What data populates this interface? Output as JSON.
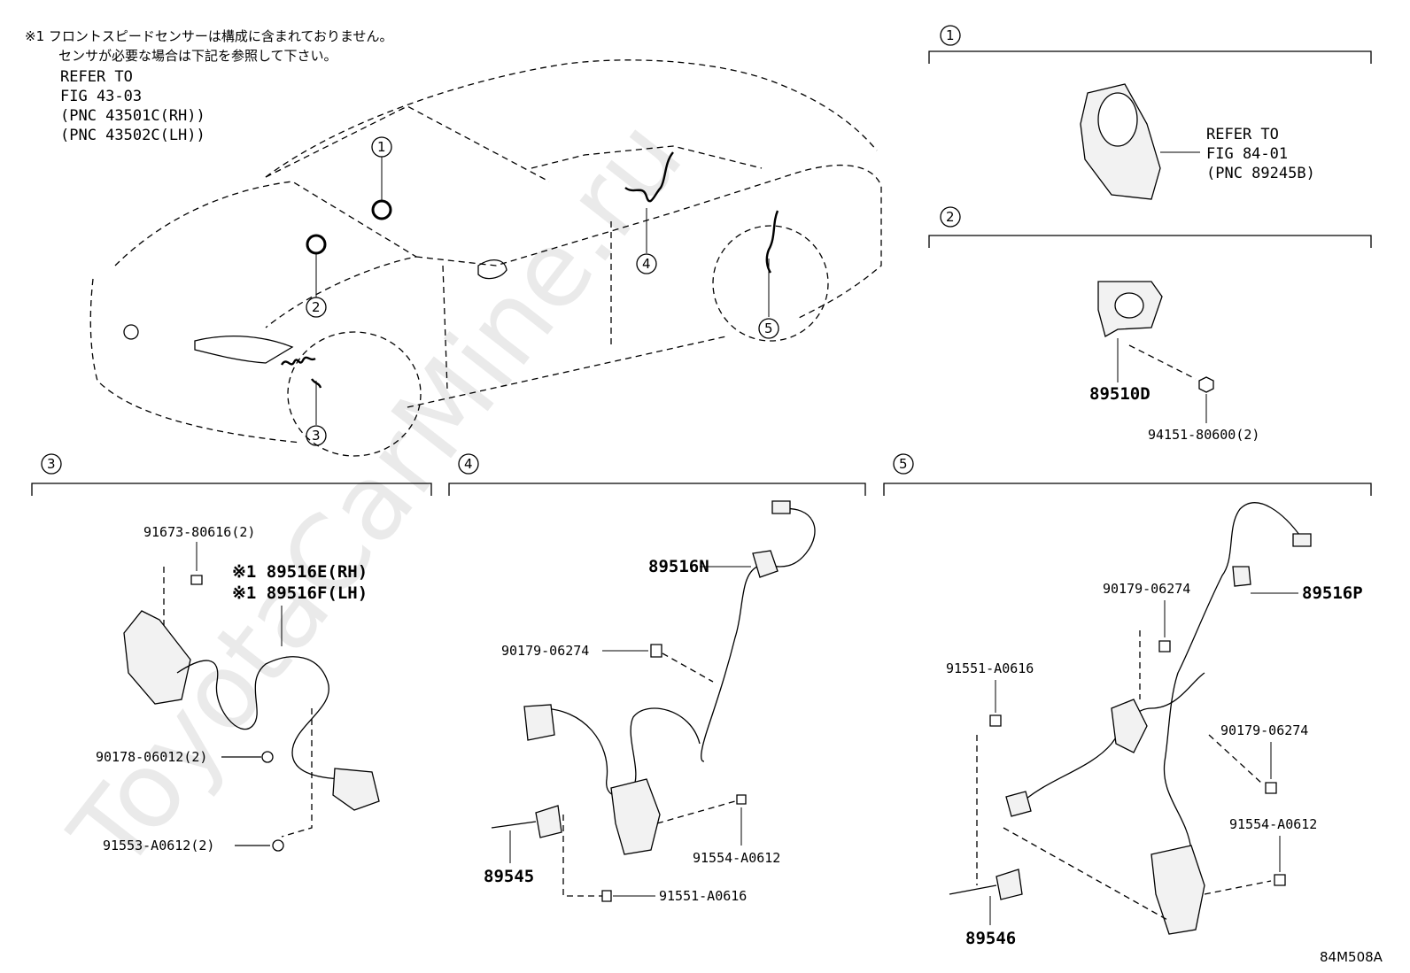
{
  "watermark": "ToyotaCarMine.ru",
  "note": {
    "line1": "※1 フロントスピードセンサーは構成に含まれておりません。",
    "line2": "センサが必要な場合は下記を参照して下さい。",
    "line3": "REFER TO",
    "line4": "FIG 43-03",
    "line5": "(PNC 43501C(RH))",
    "line6": "(PNC 43502C(LH))"
  },
  "car_callouts": [
    "1",
    "2",
    "3",
    "4",
    "5"
  ],
  "section1": {
    "number": "1",
    "ref_line1": "REFER TO",
    "ref_line2": "FIG 84-01",
    "ref_line3": "(PNC 89245B)"
  },
  "section2": {
    "number": "2",
    "sensor": "89510D",
    "nut": "94151-80600(2)"
  },
  "section3": {
    "number": "3",
    "bolt_top": "91673-80616(2)",
    "sensor_rh": "※1 89516E(RH)",
    "sensor_lh": "※1 89516F(LH)",
    "clip": "90178-06012(2)",
    "bolt_bottom": "91553-A0612(2)"
  },
  "section4": {
    "number": "4",
    "harness": "89516N",
    "clip": "90179-06274",
    "sensor": "89545",
    "bolt_right": "91554-A0612",
    "bolt_bottom": "91551-A0616"
  },
  "section5": {
    "number": "5",
    "clip_top": "90179-06274",
    "harness": "89516P",
    "bolt_left": "91551-A0616",
    "clip_right": "90179-06274",
    "bolt_right": "91554-A0612",
    "sensor": "89546"
  },
  "figure_code": "84M508A"
}
